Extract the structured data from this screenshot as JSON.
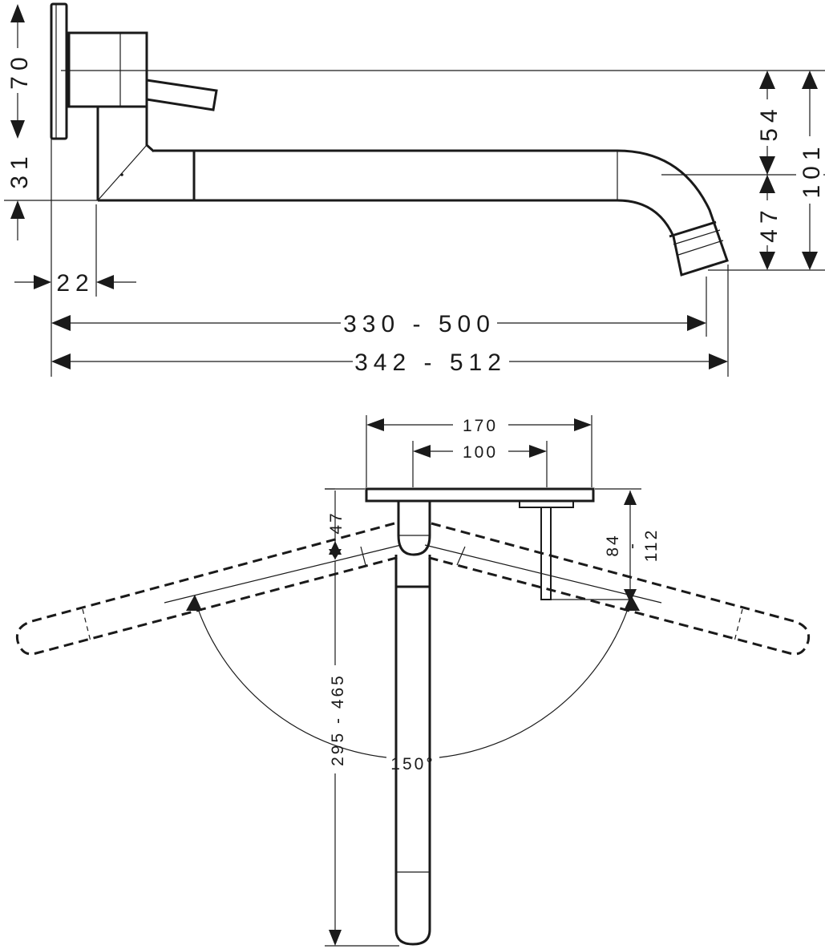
{
  "side_view": {
    "dim_height_plate": "70",
    "dim_spout_height": "31",
    "dim_upper_outlet": "54",
    "dim_total_height": "101",
    "dim_outlet_drop": "47",
    "dim_wall_offset": "22",
    "dim_projection_inner": "330 - 500",
    "dim_projection_outer": "342 - 512"
  },
  "top_view": {
    "dim_plate_width": "170",
    "dim_center_distance": "100",
    "dim_spout_offset": "47",
    "dim_lever_depth_min": "84",
    "dim_lever_depth_max": "112",
    "dim_reach": "295 - 465",
    "dim_swivel_angle": "150°",
    "dim_dash": "-"
  }
}
